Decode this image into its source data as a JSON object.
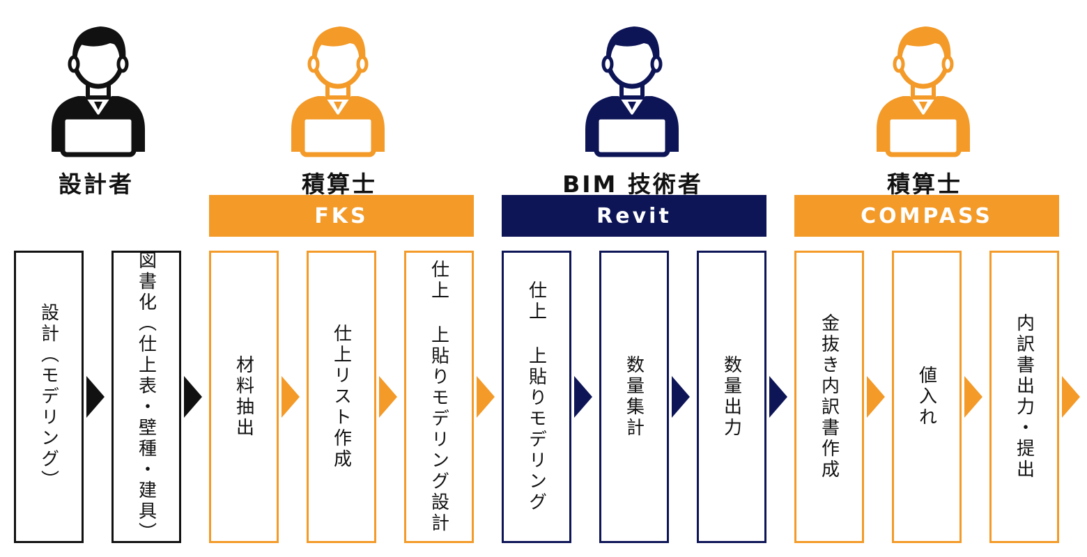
{
  "colors": {
    "black": "#111111",
    "orange": "#F39A28",
    "navy": "#0D1557"
  },
  "roles": [
    {
      "label": "設計者",
      "color": "black"
    },
    {
      "label": "積算士",
      "color": "orange"
    },
    {
      "label": "BIM 技術者",
      "color": "navy"
    },
    {
      "label": "積算士",
      "color": "orange"
    }
  ],
  "tools": [
    {
      "label": "FKS",
      "color": "orange"
    },
    {
      "label": "Revit",
      "color": "navy"
    },
    {
      "label": "COMPASS",
      "color": "orange"
    }
  ],
  "steps": [
    {
      "label": "設計（モデリング）",
      "color": "black"
    },
    {
      "label": "図書化（仕上表・壁種・建具）",
      "color": "black"
    },
    {
      "label": "材料抽出",
      "color": "orange"
    },
    {
      "label": "仕上リスト作成",
      "color": "orange"
    },
    {
      "label": "仕上 上貼りモデリング設計",
      "color": "orange"
    },
    {
      "label": "仕上 上貼りモデリング",
      "color": "navy"
    },
    {
      "label": "数量集計",
      "color": "navy"
    },
    {
      "label": "数量出力",
      "color": "navy"
    },
    {
      "label": "金抜き内訳書作成",
      "color": "orange"
    },
    {
      "label": "値入れ",
      "color": "orange"
    },
    {
      "label": "内訳書出力・提出",
      "color": "orange"
    }
  ],
  "arrows": [
    "black",
    "black",
    "orange",
    "orange",
    "orange",
    "navy",
    "navy",
    "navy",
    "orange",
    "orange",
    "orange"
  ],
  "icons": [
    "person-with-laptop-icon"
  ]
}
